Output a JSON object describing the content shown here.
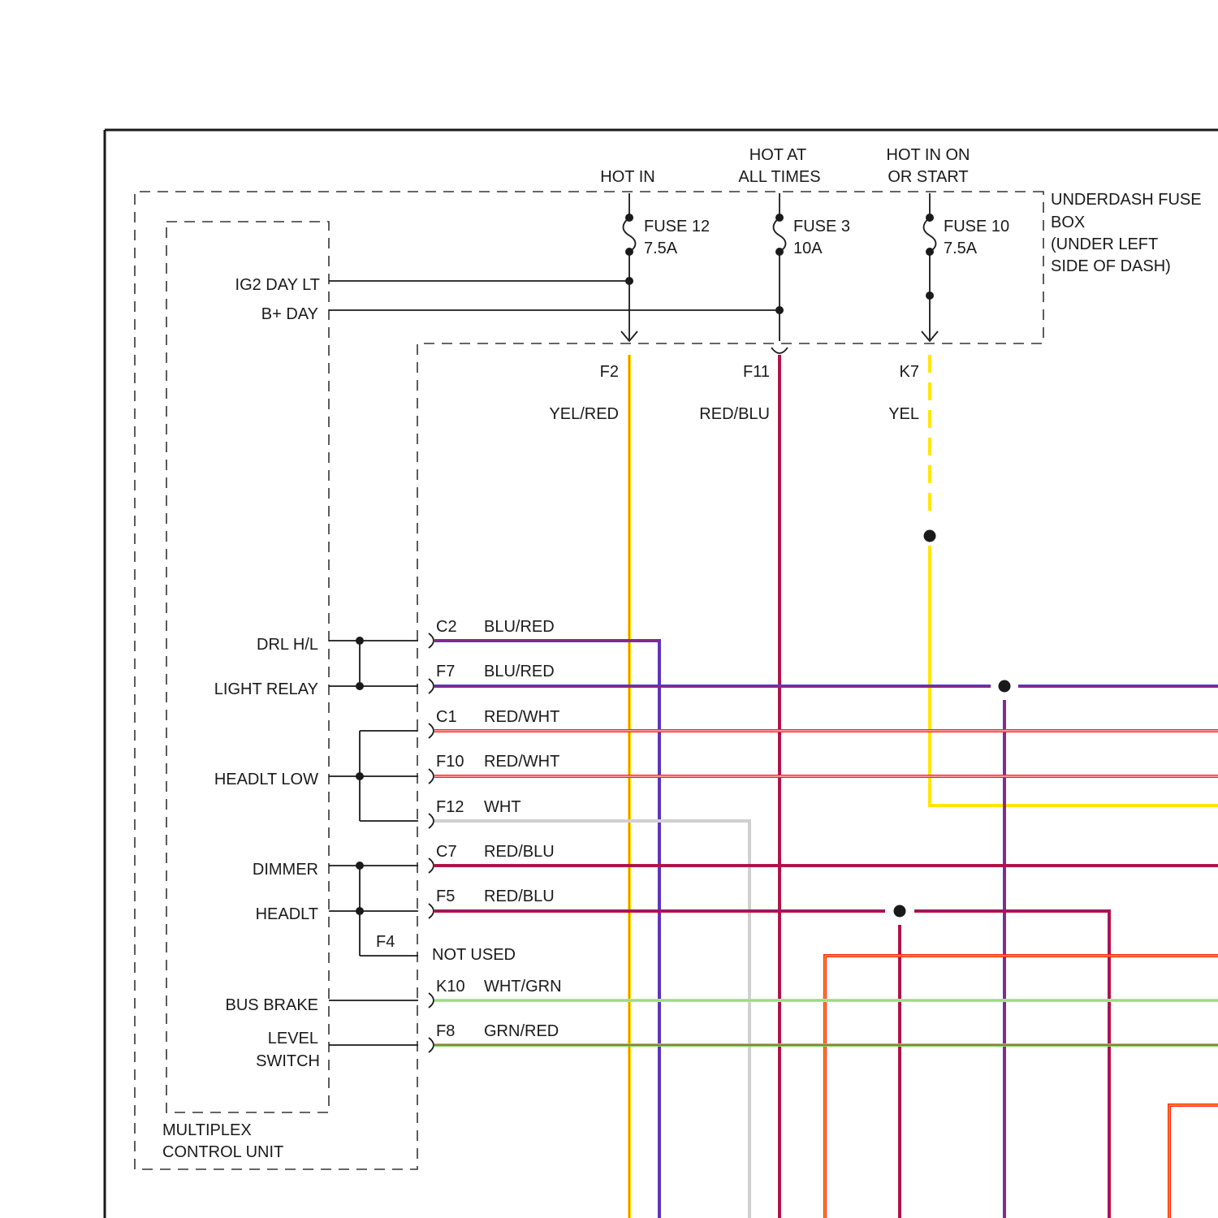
{
  "power_headers": {
    "hot_in": "HOT IN",
    "hot_at_line1": "HOT AT",
    "hot_at_line2": "ALL TIMES",
    "hot_on_line1": "HOT IN ON",
    "hot_on_line2": "OR START"
  },
  "fuse_box": {
    "line1": "UNDERDASH FUSE",
    "line2": "BOX",
    "line3": "(UNDER LEFT",
    "line4": "SIDE OF DASH)"
  },
  "fuses": [
    {
      "name": "FUSE 12",
      "rating": "7.5A"
    },
    {
      "name": "FUSE 3",
      "rating": "10A"
    },
    {
      "name": "FUSE 10",
      "rating": "7.5A"
    }
  ],
  "fuse_outputs": [
    {
      "terminal": "F2",
      "wire": "YEL/RED"
    },
    {
      "terminal": "F11",
      "wire": "RED/BLU"
    },
    {
      "terminal": "K7",
      "wire": "YEL"
    }
  ],
  "control_unit": {
    "line1": "MULTIPLEX",
    "line2": "CONTROL UNIT",
    "inputs": {
      "ig2_day_lt": "IG2 DAY LT",
      "b_day": "B+ DAY",
      "drl_hl": "DRL H/L",
      "light_relay": "LIGHT RELAY",
      "headlt_low": "HEADLT LOW",
      "dimmer": "DIMMER",
      "headlt": "HEADLT",
      "bus_brake": "BUS BRAKE",
      "level_line1": "LEVEL",
      "level_line2": "SWITCH"
    }
  },
  "connectors": [
    {
      "terminal": "C2",
      "wire": "BLU/RED"
    },
    {
      "terminal": "F7",
      "wire": "BLU/RED"
    },
    {
      "terminal": "C1",
      "wire": "RED/WHT"
    },
    {
      "terminal": "F10",
      "wire": "RED/WHT"
    },
    {
      "terminal": "F12",
      "wire": "WHT"
    },
    {
      "terminal": "C7",
      "wire": "RED/BLU"
    },
    {
      "terminal": "F5",
      "wire": "RED/BLU"
    },
    {
      "terminal": "K10",
      "wire": "WHT/GRN"
    },
    {
      "terminal": "F8",
      "wire": "GRN/RED"
    }
  ],
  "not_used": {
    "terminal": "F4",
    "label": "NOT USED"
  },
  "colors": {
    "yellow": "#ffe600",
    "red": "#ff2020",
    "blue": "#4a3bd8",
    "white": "#d0d0d0",
    "green": "#7ed957",
    "purple": "#7a1a8a",
    "black": "#1a1a1a"
  }
}
